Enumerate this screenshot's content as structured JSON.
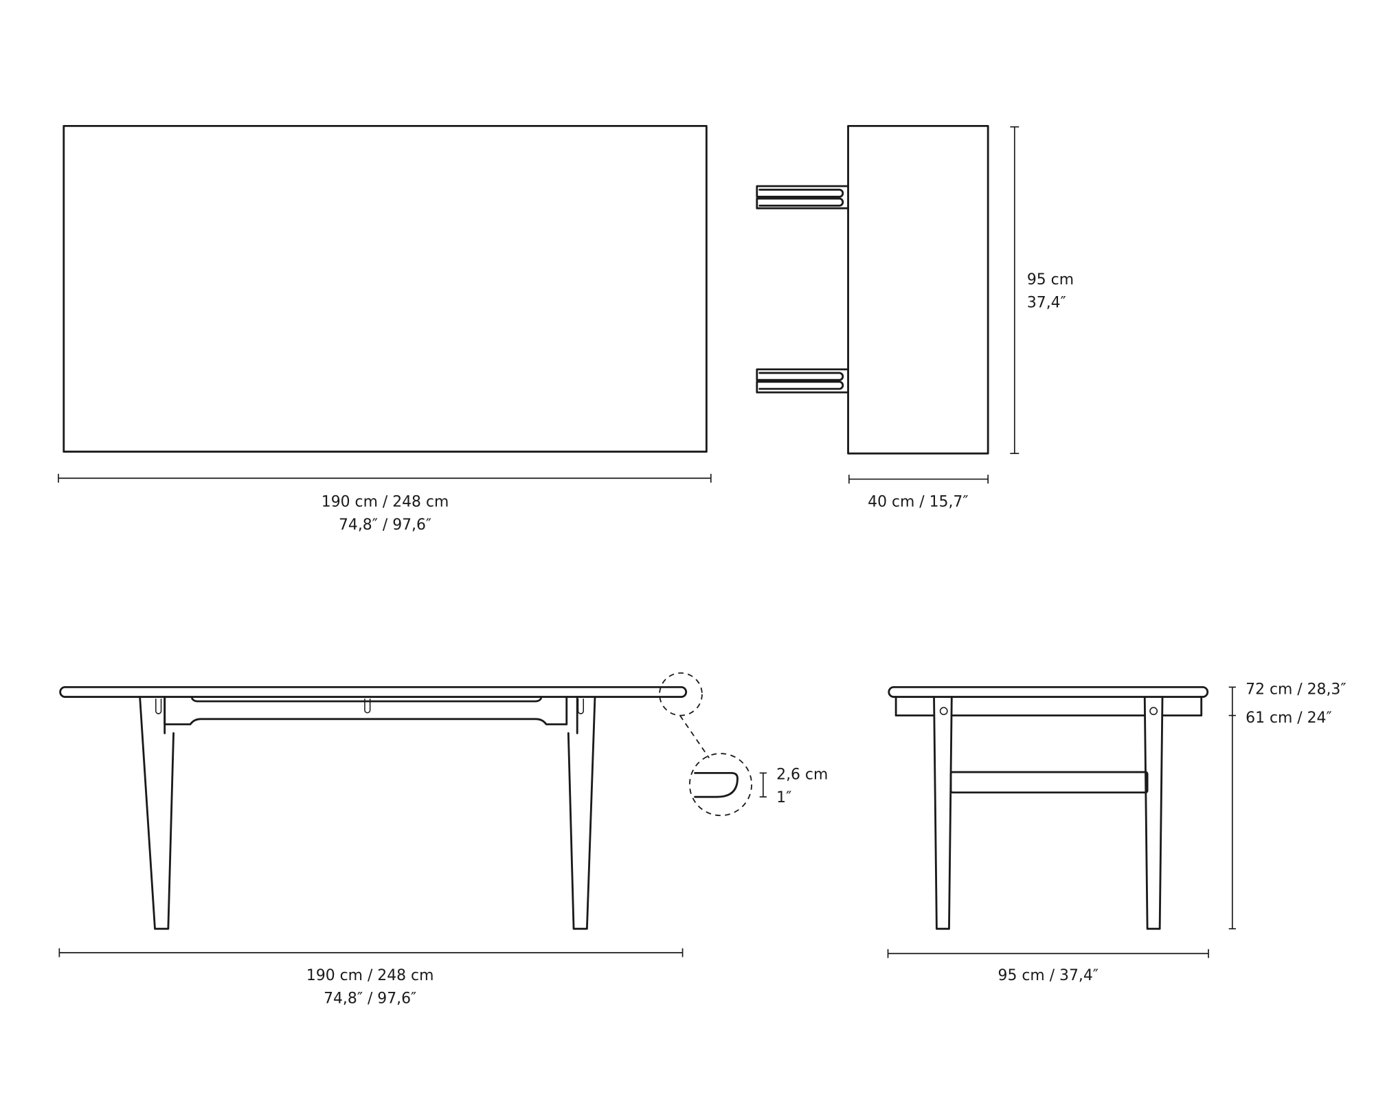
{
  "top_view": {
    "width_label_1": "190 cm / 248 cm",
    "width_label_2": "74,8″ / 97,6″"
  },
  "side_top_view": {
    "depth_label_1": "95 cm",
    "depth_label_2": "37,4″",
    "extension_label": "40 cm / 15,7″"
  },
  "front_view": {
    "width_label_1": "190 cm / 248 cm",
    "width_label_2": "74,8″ / 97,6″"
  },
  "edge_detail": {
    "thickness_label_1": "2,6 cm",
    "thickness_label_2": "1″"
  },
  "end_view": {
    "height_label": "72 cm / 28,3″",
    "apron_label": "61 cm / 24″",
    "depth_label": "95 cm / 37,4″"
  },
  "colors": {
    "line": "#1a1a1a",
    "background": "#ffffff"
  }
}
